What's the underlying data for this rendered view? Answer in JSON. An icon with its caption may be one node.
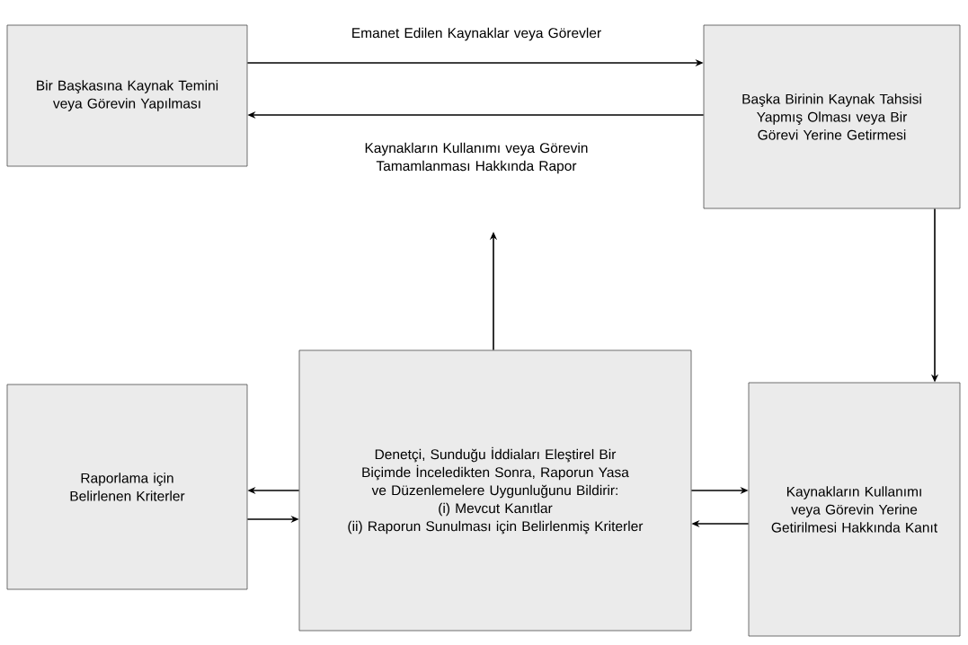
{
  "diagram": {
    "nodes": [
      {
        "text": [
          "Bir Başkasına Kaynak Temini veya Görevin Yapılması"
        ]
      },
      {
        "text": [
          "Başka Birinin Kaynak Tahsisi Yapmış Olması veya Bir Görevi Yerine Getirmesi"
        ]
      },
      {
        "text": [
          "Denetçi, Sunduğu İddiaları Eleştirel Bir Biçimde İnceledikten Sonra, Raporun Yasa ve Düzenlemelere Uygunluğunu Bildirir:",
          "(i) Mevcut Kanıtlar",
          "(ii) Raporun Sunulması için Belirlenmiş Kriterler"
        ]
      },
      {
        "text": [
          "Raporlama için Belirlenen Kriterler"
        ]
      },
      {
        "text": [
          "Kaynakların Kullanımı veya Görevin Yerine Getirilmesi Hakkında Kanıt"
        ]
      }
    ],
    "edges": [
      {
        "from": 0,
        "to": 1,
        "arrow": "to",
        "label": "Emanet Edilen Kaynaklar veya Görevler"
      },
      {
        "from": 1,
        "to": 0,
        "arrow": "to",
        "label": "Kaynakların Kullanımı veya Görevin Tamamlanması Hakkında Rapor"
      },
      {
        "from": 1,
        "to": 4,
        "arrow": "to"
      },
      {
        "from": 2,
        "to": null,
        "arrow": "to"
      },
      {
        "from": 2,
        "to": 3,
        "arrow": "to"
      },
      {
        "from": 3,
        "to": 2,
        "arrow": "to"
      },
      {
        "from": 2,
        "to": 4,
        "arrow": "to"
      },
      {
        "from": 4,
        "to": 2,
        "arrow": "to"
      }
    ]
  }
}
